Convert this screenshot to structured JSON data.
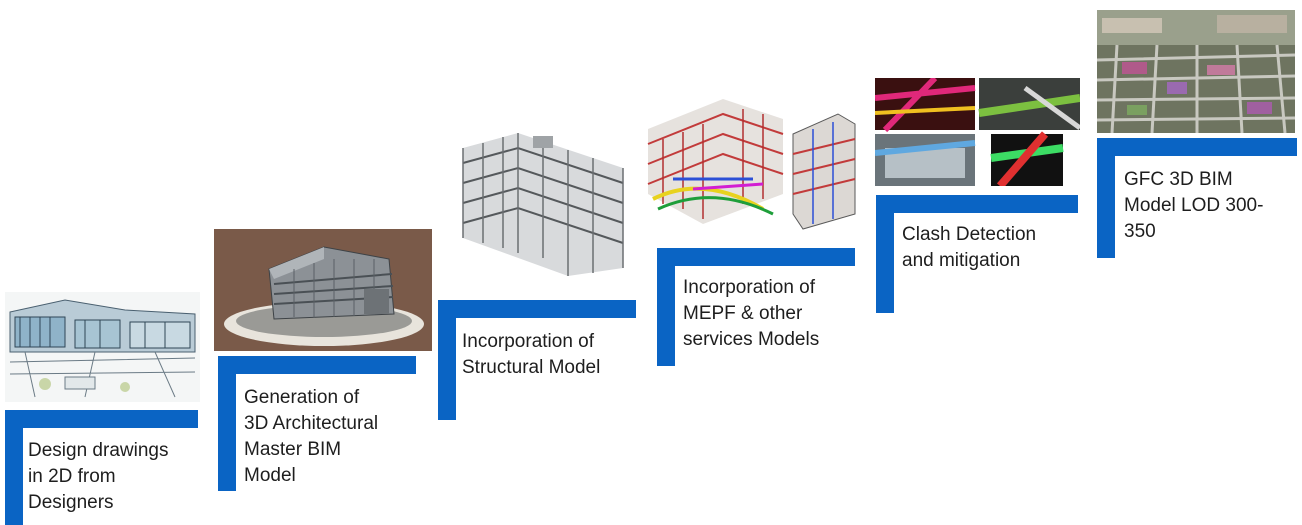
{
  "accent_color": "#0a64c4",
  "steps": [
    {
      "label": "Design drawings\nin 2D from\nDesigners",
      "image": "2d-design-sketch-image"
    },
    {
      "label": "Generation of\n3D Architectural\nMaster BIM\nModel",
      "image": "3d-architectural-model-image"
    },
    {
      "label": "Incorporation of\nStructural Model",
      "image": "structural-frame-model-image"
    },
    {
      "label": "Incorporation of\nMEPF & other\nservices Models",
      "image": "mepf-services-model-image"
    },
    {
      "label": "Clash Detection\nand mitigation",
      "image": "clash-detection-collage-image"
    },
    {
      "label": "GFC 3D BIM\nModel LOD 300-\n350",
      "image": "gfc-bim-model-aerial-image"
    }
  ]
}
